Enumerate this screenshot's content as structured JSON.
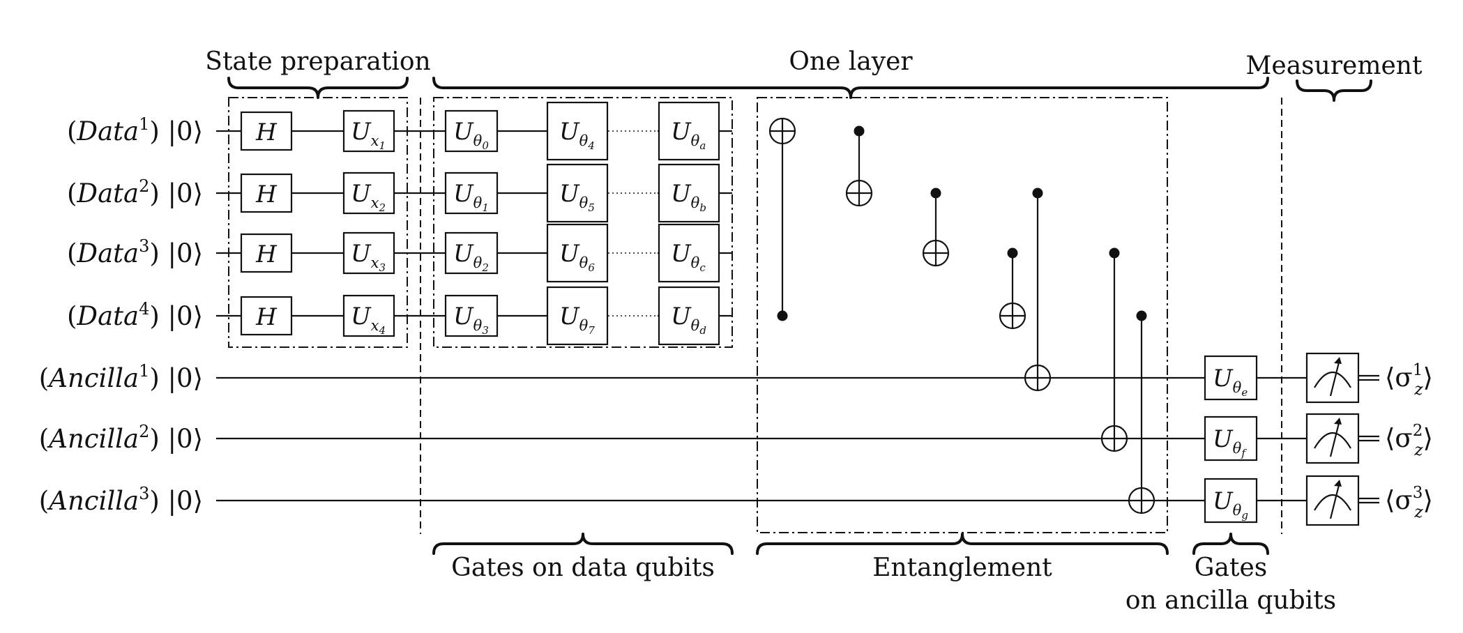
{
  "section_labels": {
    "state_preparation": "State preparation",
    "one_layer": "One layer",
    "measurement": "Measurement",
    "gates_on_data": "Gates on data qubits",
    "entanglement": "Entanglement",
    "gates_on_ancilla_line1": "Gates",
    "gates_on_ancilla_line2": "on ancilla qubits"
  },
  "qubits": [
    {
      "name": "Data",
      "sup": "1",
      "ket": "|0⟩"
    },
    {
      "name": "Data",
      "sup": "2",
      "ket": "|0⟩"
    },
    {
      "name": "Data",
      "sup": "3",
      "ket": "|0⟩"
    },
    {
      "name": "Data",
      "sup": "4",
      "ket": "|0⟩"
    },
    {
      "name": "Ancilla",
      "sup": "1",
      "ket": "|0⟩"
    },
    {
      "name": "Ancilla",
      "sup": "2",
      "ket": "|0⟩"
    },
    {
      "name": "Ancilla",
      "sup": "3",
      "ket": "|0⟩"
    }
  ],
  "hadamard_label": "H",
  "encoding_gates": [
    {
      "base": "U",
      "sub": "x",
      "subsub": "1"
    },
    {
      "base": "U",
      "sub": "x",
      "subsub": "2"
    },
    {
      "base": "U",
      "sub": "x",
      "subsub": "3"
    },
    {
      "base": "U",
      "sub": "x",
      "subsub": "4"
    }
  ],
  "theta_gates_col1": [
    {
      "base": "U",
      "sub": "θ",
      "subsub": "0"
    },
    {
      "base": "U",
      "sub": "θ",
      "subsub": "1"
    },
    {
      "base": "U",
      "sub": "θ",
      "subsub": "2"
    },
    {
      "base": "U",
      "sub": "θ",
      "subsub": "3"
    }
  ],
  "theta_gates_col2": [
    {
      "base": "U",
      "sub": "θ",
      "subsub": "4"
    },
    {
      "base": "U",
      "sub": "θ",
      "subsub": "5"
    },
    {
      "base": "U",
      "sub": "θ",
      "subsub": "6"
    },
    {
      "base": "U",
      "sub": "θ",
      "subsub": "7"
    }
  ],
  "theta_gates_col3": [
    {
      "base": "U",
      "sub": "θ",
      "subsub": "a"
    },
    {
      "base": "U",
      "sub": "θ",
      "subsub": "b"
    },
    {
      "base": "U",
      "sub": "θ",
      "subsub": "c"
    },
    {
      "base": "U",
      "sub": "θ",
      "subsub": "d"
    }
  ],
  "ancilla_gates": [
    {
      "base": "U",
      "sub": "θ",
      "subsub": "e"
    },
    {
      "base": "U",
      "sub": "θ",
      "subsub": "f"
    },
    {
      "base": "U",
      "sub": "θ",
      "subsub": "g"
    }
  ],
  "cnots": [
    {
      "control": 4,
      "target": 1
    },
    {
      "control": 1,
      "target": 2
    },
    {
      "control": 2,
      "target": 3
    },
    {
      "control": 2,
      "target": 5
    },
    {
      "control": 3,
      "target": 4
    },
    {
      "control": 3,
      "target": 6
    },
    {
      "control": 4,
      "target": 7
    }
  ],
  "outputs": [
    {
      "sigma": "⟨σ",
      "sub": "z",
      "sup": "1",
      "close": "⟩"
    },
    {
      "sigma": "⟨σ",
      "sub": "z",
      "sup": "2",
      "close": "⟩"
    },
    {
      "sigma": "⟨σ",
      "sub": "z",
      "sup": "3",
      "close": "⟩"
    }
  ]
}
